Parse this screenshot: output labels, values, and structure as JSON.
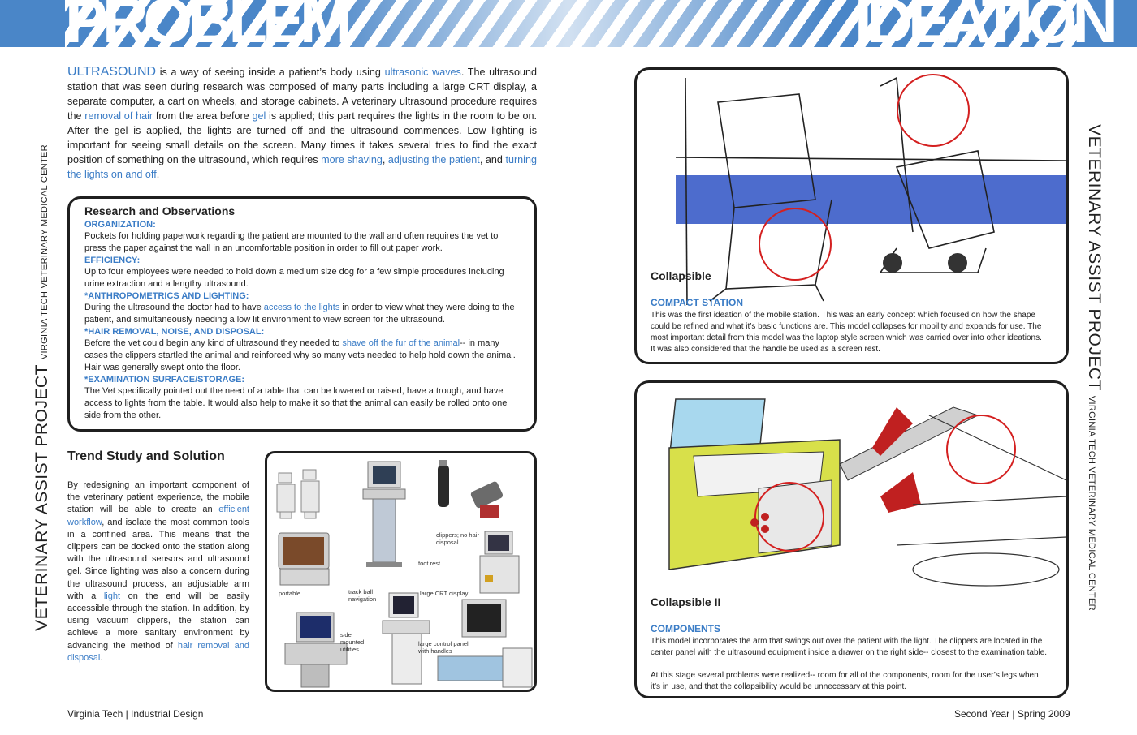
{
  "header": {
    "left_title": "PROBLEM",
    "right_title": "IDEATION",
    "accent_color": "#4a86c8"
  },
  "side_left": {
    "big": "VETERINARY ASSIST PROJECT",
    "small": "VIRGINIA TECH VETERINARY MEDICAL CENTER"
  },
  "side_right": {
    "big": "VETERINARY ASSIST PROJECT",
    "small": "VIRGINIA TECH VETERINARY MEDICAL CENTER"
  },
  "intro": {
    "lead": "ULTRASOUND",
    "t1": " is a way of seeing inside a patient’s body using ",
    "h1": "ultrasonic waves",
    "t2": ".  The ultrasound station that was seen during research was composed of many parts including a large CRT display, a separate computer, a cart on wheels, and storage cabinets.  A veterinary ultrasound procedure requires the ",
    "h2": "removal of hair",
    "t3": " from the area before ",
    "h3": "gel",
    "t4": " is applied; this part requires the lights in the room to be on.  After the gel is applied, the lights are turned off and the ultrasound commences.  Low lighting is important for seeing small details on the screen.  Many times it takes several tries to find the exact position of something on the ultrasound, which requires ",
    "h4": "more shaving",
    "t5": ", ",
    "h5": "adjusting the patient",
    "t6": ", and ",
    "h6": "turning the lights on and off",
    "t7": "."
  },
  "research": {
    "title": "Research and Observations",
    "org_head": "ORGANIZATION:",
    "org_text": "Pockets for holding paperwork regarding the patient are mounted to the wall and often requires the vet to press the paper against the wall in an uncomfortable position in order to fill out paper work.",
    "eff_head": "EFFICIENCY:",
    "eff_text": "Up to four employees were needed to hold down a medium size dog for a few simple procedures including urine extraction and a lengthy ultrasound.",
    "anth_head": "*ANTHROPOMETRICS AND LIGHTING:",
    "anth_t1": "During the ultrasound the doctor had to have ",
    "anth_h1": "access to the lights",
    "anth_t2": " in order to view what they were doing to the patient, and simultaneously needing a low lit environment to view screen for the ultrasound.",
    "hair_head": "*HAIR REMOVAL, NOISE, AND DISPOSAL:",
    "hair_t1": "Before the vet could begin any kind of ultrasound they needed to ",
    "hair_h1": "shave off the fur of the animal",
    "hair_t2": "-- in many cases the clippers startled the animal and reinforced why so many vets needed to help hold down the animal.  Hair was generally swept onto the floor.",
    "exam_head": "*EXAMINATION SURFACE/STORAGE:",
    "exam_text": "The Vet specifically pointed out the need of a table that can be lowered or raised, have a trough, and have access to lights from the table. It would also help to make it so that the animal can easily be rolled onto one side from the other."
  },
  "trend": {
    "title": "Trend Study and Solution",
    "t1": "By redesigning an important component of the veterinary patient experience, the mobile station will be able to create an ",
    "h1": "efficient workflow",
    "t2": ", and isolate the most common tools in a confined area.  This means that the clippers can be docked onto the station along with the ultrasound sensors and ultrasound gel.  Since lighting was also a concern during the ultrasound process, an adjustable arm with a ",
    "h2": "light",
    "t3": " on the end will be easily accessible through the station.  In addition, by using vacuum clippers, the station can achieve a more sanitary environment by advancing the method of ",
    "h3": "hair removal and disposal",
    "t4": "."
  },
  "collage_labels": {
    "clippers": "clippers; no hair disposal",
    "footrest": "foot rest",
    "portable": "portable",
    "trackball": "track ball navigation",
    "crt": "large CRT display",
    "side": "side mounted utilities",
    "control": "large control panel with handles"
  },
  "ideation1": {
    "title": "Collapsible",
    "subtitle": "COMPACT STATION",
    "text": "This was the first ideation of the mobile station.  This was an early concept which focused on how the shape could be refined and what it’s basic functions are.  This model collapses for mobility and expands for use.  The most important detail from this model was the laptop style screen which was carried over into other ideations.  It was also considered  that the handle be used as a screen rest."
  },
  "ideation2": {
    "title": "Collapsible II",
    "subtitle": "COMPONENTS",
    "text1": "This model incorporates the arm that swings out over the patient with the light.  The clippers are located in the center panel with the ultrasound  equipment inside a drawer on the right side-- closest to the examination table.",
    "text2": "At this stage several problems were realized-- room for all of the components, room for the user’s legs when it’s in use, and that the collapsibility would be unnecessary at this point."
  },
  "footer": {
    "left": "Virginia Tech | Industrial Design",
    "right": "Second Year | Spring 2009"
  }
}
